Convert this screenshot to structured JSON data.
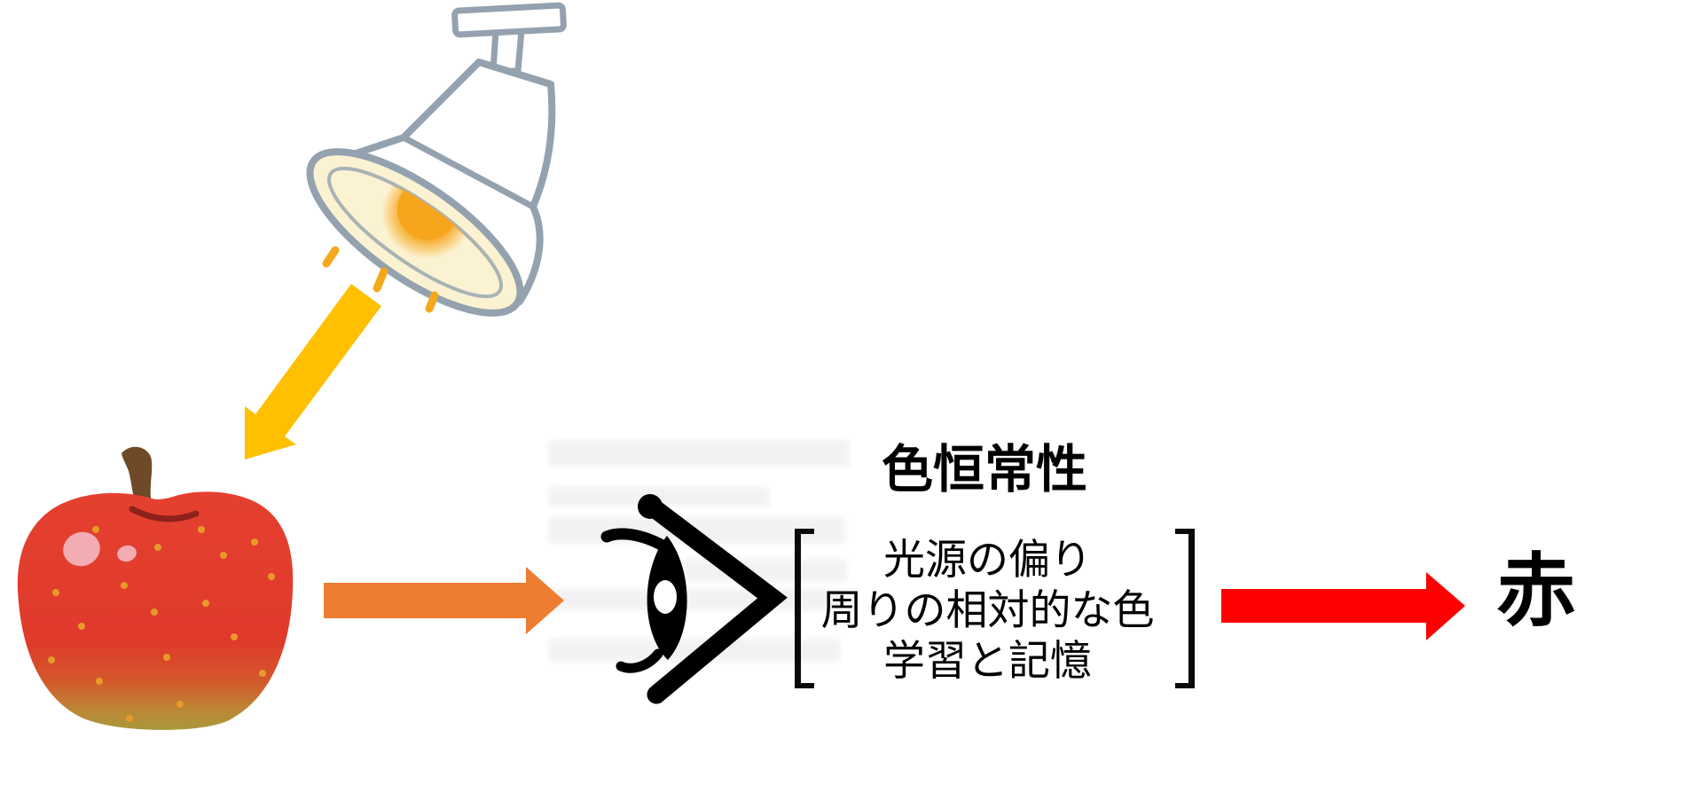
{
  "diagram": {
    "title": "色恒常性",
    "factors": [
      "光源の偏り",
      "周りの相対的な色",
      "学習と記憶"
    ],
    "result": "赤"
  },
  "colors": {
    "background": "#ffffff",
    "light_arrow": "#FFC000",
    "reflection_arrow": "#ED7D31",
    "result_arrow": "#FF0000",
    "apple_red": "#E5402F",
    "apple_bottom": "#A79B3B",
    "apple_highlight": "#F2ACB2",
    "apple_speckle": "#E89A28",
    "apple_stem": "#6F4A28",
    "lamp_outline": "#94A2AF",
    "lamp_inner": "#FBF2D2",
    "lamp_bulb": "#F6A51D",
    "eye_icon": "#000000",
    "text": "#000000"
  },
  "icons": {
    "lamp": "spotlight-lamp-illustration",
    "apple": "red-apple-illustration",
    "eye": "eye-side-view-icon"
  }
}
